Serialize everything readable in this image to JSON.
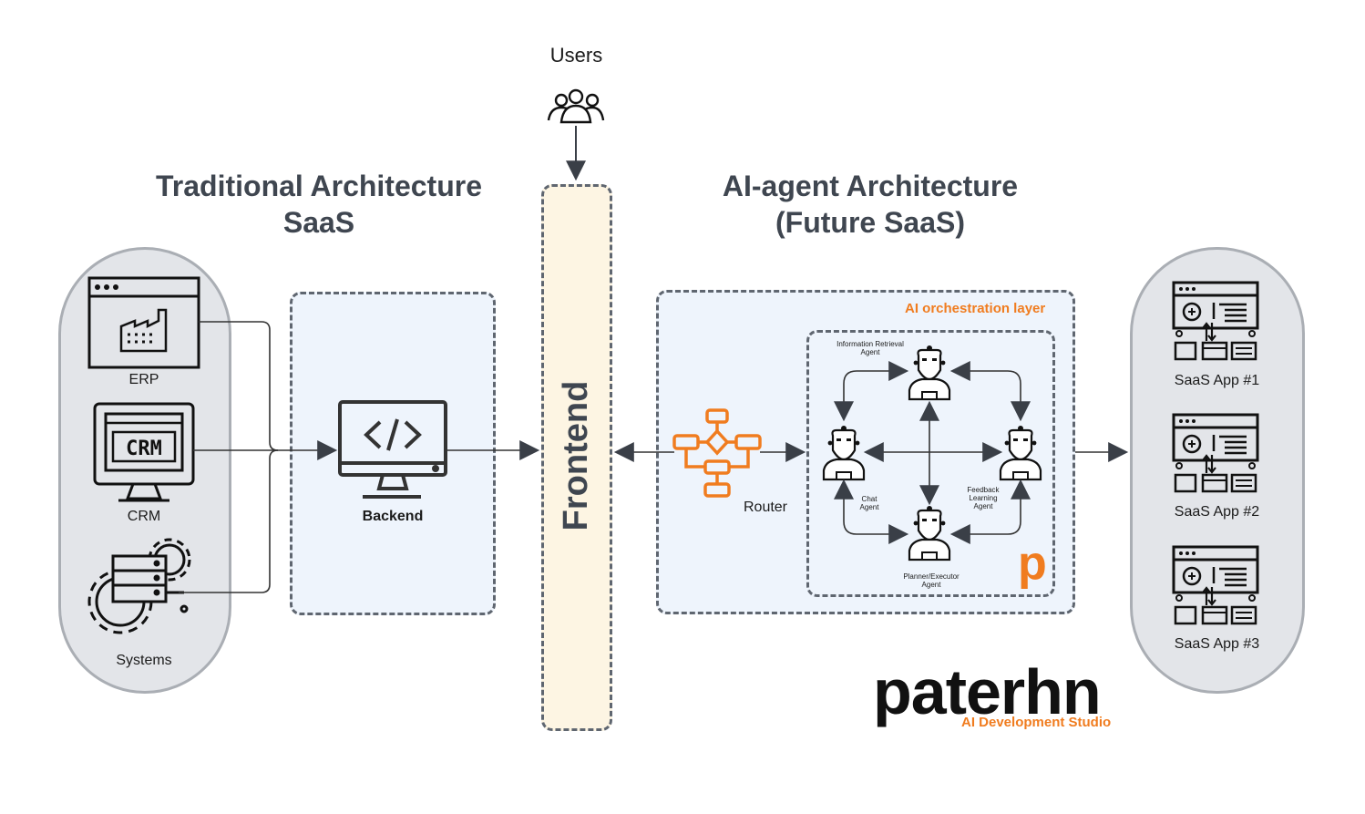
{
  "titles": {
    "users": "Users",
    "traditional_line1": "Traditional Architecture",
    "traditional_line2": "SaaS",
    "ai_line1": "AI-agent Architecture",
    "ai_line2": "(Future SaaS)"
  },
  "left_group": {
    "erp": "ERP",
    "crm": "CRM",
    "crm_screen": "CRM",
    "systems": "Systems"
  },
  "backend": {
    "label": "Backend"
  },
  "frontend": {
    "label": "Frontend"
  },
  "orchestration": {
    "layer_label": "AI orchestration layer",
    "router": "Router",
    "agents": {
      "info_retrieval_1": "Information Retrieval",
      "info_retrieval_2": "Agent",
      "chat_1": "Chat",
      "chat_2": "Agent",
      "feedback_1": "Feedback",
      "feedback_2": "Learning",
      "feedback_3": "Agent",
      "planner_1": "Planner/Executor",
      "planner_2": "Agent"
    },
    "logo_letter": "p"
  },
  "right_group": {
    "app1": "SaaS App #1",
    "app2": "SaaS App #2",
    "app3": "SaaS App #3"
  },
  "brand": {
    "name": "paterhn",
    "subtitle": "AI Development Studio"
  },
  "colors": {
    "accent_orange": "#f07c1f",
    "title_gray": "#3f4650",
    "box_fill": "#eef4fc",
    "frontend_fill": "#fdf5e3",
    "pill_fill": "#e3e5e9"
  }
}
